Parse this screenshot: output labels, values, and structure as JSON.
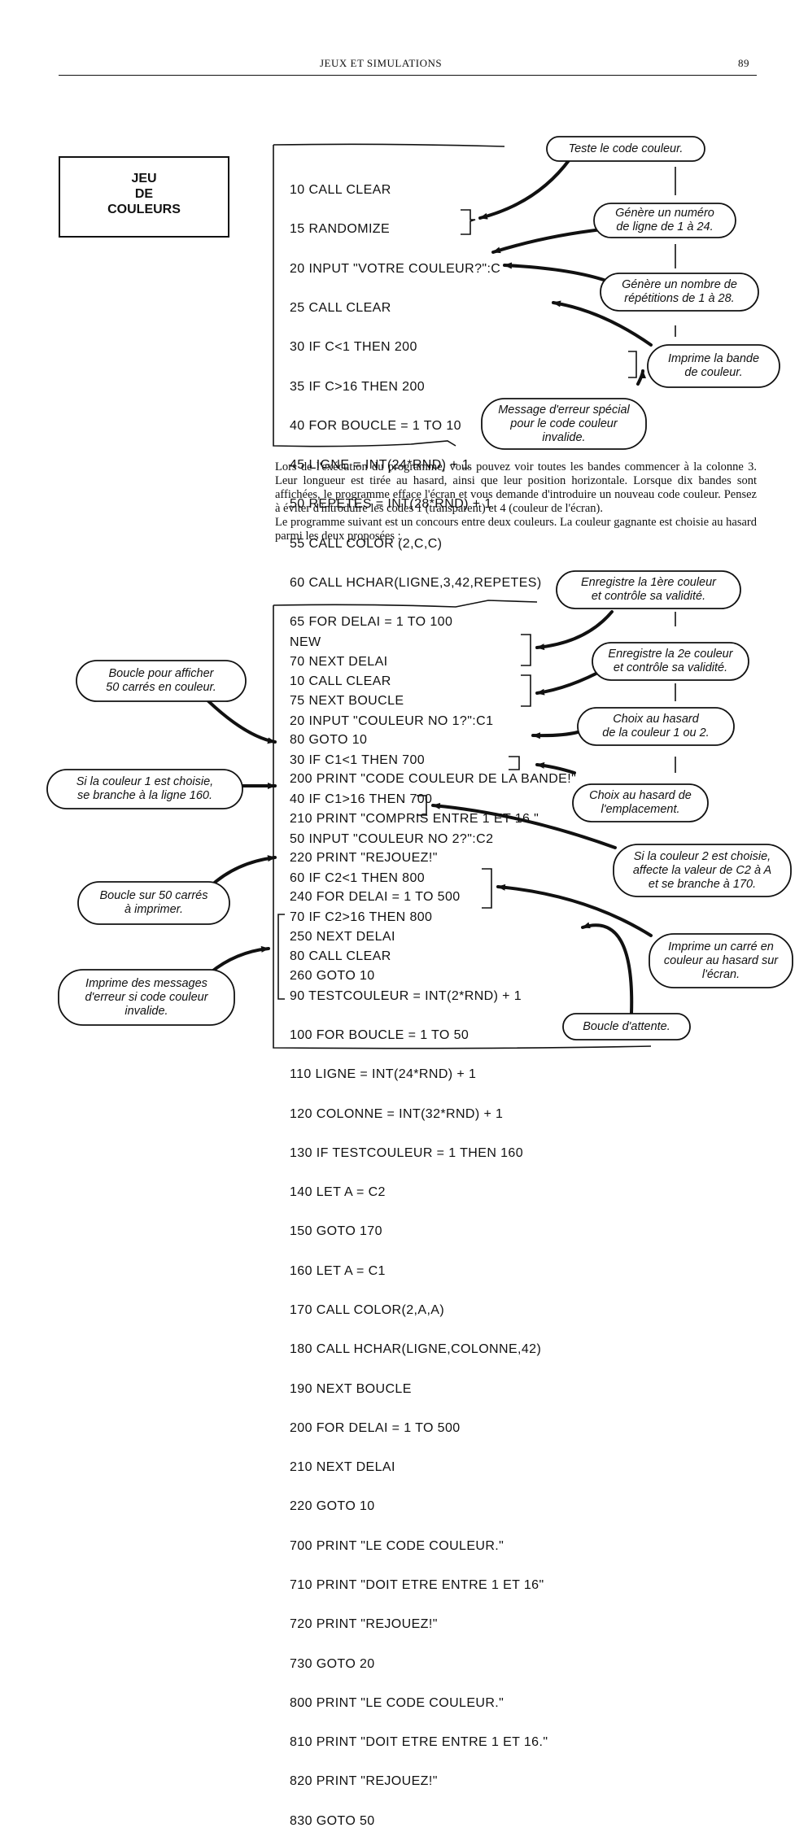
{
  "header": {
    "title": "JEUX ET SIMULATIONS",
    "page_number": "89"
  },
  "title_box": {
    "lines": [
      "JEU",
      "DE",
      "COULEURS"
    ]
  },
  "program1": [
    "10 CALL CLEAR",
    "15 RANDOMIZE",
    "20 INPUT \"VOTRE COULEUR?\":C",
    "25 CALL CLEAR",
    "30 IF C<1 THEN 200",
    "35 IF C>16 THEN 200",
    "40 FOR BOUCLE = 1 TO 10",
    "45 LIGNE = INT(24*RND) + 1",
    "50 REPETES = INT(28*RND) + 1",
    "55 CALL COLOR (2,C,C)",
    "60 CALL HCHAR(LIGNE,3,42,REPETES)",
    "65 FOR DELAI = 1 TO 100",
    "70 NEXT DELAI",
    "75 NEXT BOUCLE",
    "80 GOTO 10",
    "200 PRINT \"CODE COULEUR DE LA BANDE!\"",
    "210 PRINT \"COMPRIS ENTRE 1 ET 16.\"",
    "220 PRINT \"REJOUEZ!\"",
    "240 FOR DELAI = 1 TO 500",
    "250 NEXT DELAI",
    "260 GOTO 10"
  ],
  "annotations1": {
    "teste": "Teste le code couleur.",
    "numero_ligne": [
      "Génère un numéro",
      "de ligne de 1 à 24."
    ],
    "repetitions": [
      "Génère un nombre de",
      "répétitions de 1 à 28."
    ],
    "imprime_bande": [
      "Imprime la bande",
      "de couleur."
    ],
    "message_erreur": [
      "Message d'erreur spécial",
      "pour le code couleur",
      "invalide."
    ]
  },
  "prose": [
    "Lors de l'exécution du programme, vous pouvez voir toutes les bandes commencer à la colonne 3. Leur longueur est tirée au hasard, ainsi que leur position horizontale. Lorsque dix bandes sont affichées, le programme efface l'écran et vous demande d'introduire un nouveau code couleur. Pensez à éviter d'introduire les codes 1 (transparent) et 4 (couleur de l'écran).",
    "Le programme suivant est un concours entre deux couleurs. La couleur gagnante est choisie au hasard parmi les deux proposées :"
  ],
  "program2": [
    "NEW",
    "10 CALL CLEAR",
    "20 INPUT \"COULEUR NO 1?\":C1",
    "30 IF C1<1 THEN 700",
    "40 IF C1>16 THEN 700",
    "50 INPUT \"COULEUR NO 2?\":C2",
    "60 IF C2<1 THEN 800",
    "70 IF C2>16 THEN 800",
    "80 CALL CLEAR",
    "90 TESTCOULEUR = INT(2*RND) + 1",
    "100 FOR BOUCLE = 1 TO 50",
    "110 LIGNE = INT(24*RND) + 1",
    "120 COLONNE = INT(32*RND) + 1",
    "130 IF TESTCOULEUR = 1 THEN 160",
    "140 LET A = C2",
    "150 GOTO 170",
    "160 LET A = C1",
    "170 CALL COLOR(2,A,A)",
    "180 CALL HCHAR(LIGNE,COLONNE,42)",
    "190 NEXT BOUCLE",
    "200 FOR DELAI = 1 TO 500",
    "210 NEXT DELAI",
    "220 GOTO 10",
    "700 PRINT \"LE CODE COULEUR.\"",
    "710 PRINT \"DOIT ETRE ENTRE 1 ET 16\"",
    "720 PRINT \"REJOUEZ!\"",
    "730 GOTO 20",
    "800 PRINT \"LE CODE COULEUR.\"",
    "810 PRINT \"DOIT ETRE ENTRE 1 ET 16.\"",
    "820 PRINT \"REJOUEZ!\"",
    "830 GOTO 50"
  ],
  "annotations2": {
    "enregistre1": [
      "Enregistre la 1ère couleur",
      "et contrôle sa validité."
    ],
    "enregistre2": [
      "Enregistre la 2e couleur",
      "et contrôle sa validité."
    ],
    "choix_couleur": [
      "Choix au hasard",
      "de la couleur 1 ou 2."
    ],
    "choix_emplacement": [
      "Choix au hasard de",
      "l'emplacement."
    ],
    "couleur2": [
      "Si la couleur 2 est choisie,",
      "affecte la valeur de C2 à A",
      "et se branche à 170."
    ],
    "imprime_carre": [
      "Imprime un carré en",
      "couleur au hasard sur",
      "l'écran."
    ],
    "boucle_attente": "Boucle d'attente.",
    "boucle_50": [
      "Boucle pour afficher",
      "50 carrés en couleur."
    ],
    "couleur1": [
      "Si la couleur 1 est choisie,",
      "se branche à la ligne 160."
    ],
    "boucle_imprimer": [
      "Boucle sur 50 carrés",
      "à imprimer."
    ],
    "messages_erreur": [
      "Imprime des messages",
      "d'erreur si code couleur",
      "invalide."
    ]
  }
}
